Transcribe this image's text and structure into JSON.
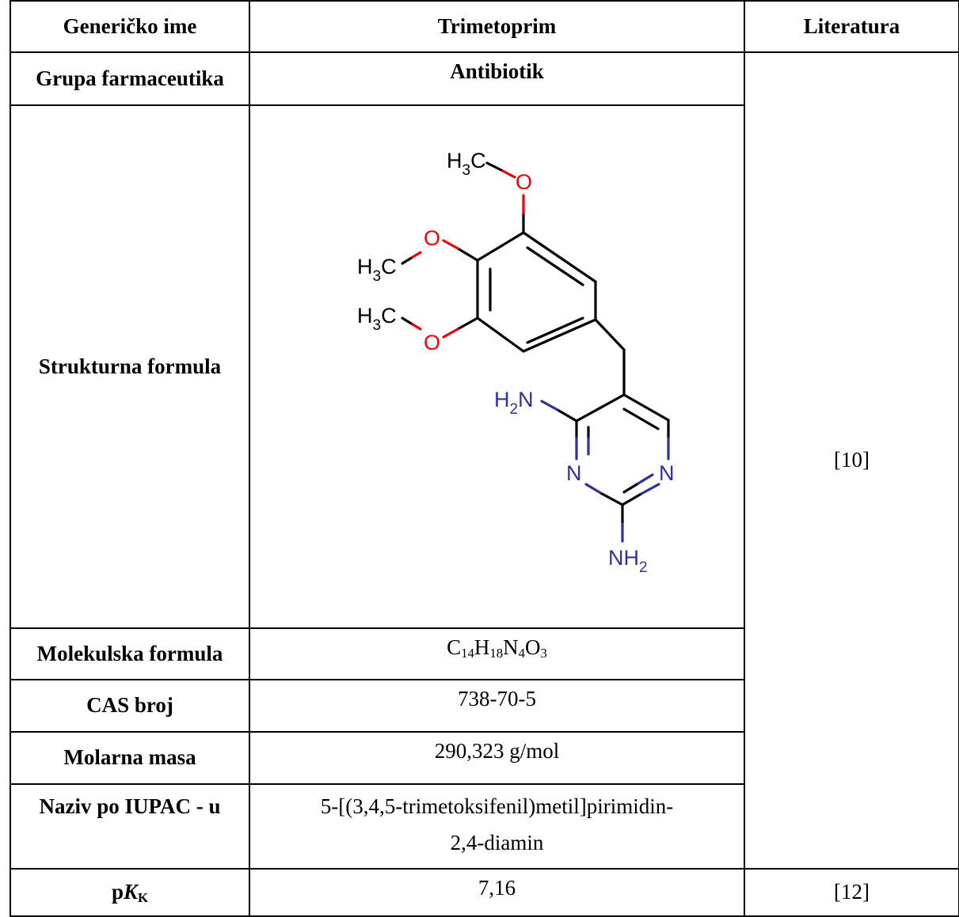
{
  "table": {
    "header": {
      "col1": "Generičko ime",
      "col2": "Trimetoprim",
      "col3": "Literatura"
    },
    "rows": {
      "group": {
        "label": "Grupa farmaceutika",
        "value": "Antibiotik"
      },
      "structure": {
        "label": "Strukturna formula"
      },
      "molecular_formula": {
        "label": "Molekulska formula",
        "parts": [
          "C",
          "14",
          "H",
          "18",
          "N",
          "4",
          "O",
          "3"
        ]
      },
      "cas": {
        "label": "CAS broj",
        "value": "738-70-5"
      },
      "molar_mass": {
        "label": "Molarna masa",
        "value": "290,323 g/mol"
      },
      "iupac": {
        "label": "Naziv po IUPAC - u",
        "line1": "5-[(3,4,5-trimetoksifenil)metil]pirimidin-",
        "line2": "2,4-diamin"
      },
      "pk": {
        "label_main": "p",
        "label_italic": "K",
        "label_sub": "K",
        "value": "7,16",
        "reference": "[12]"
      }
    },
    "reference_main": "[10]"
  },
  "molecule": {
    "atoms": {
      "ch3_top": {
        "main": "H",
        "sub": "3",
        "tail": "C"
      },
      "ch3_mid": {
        "main": "H",
        "sub": "3",
        "tail": "C"
      },
      "ch3_bot": {
        "main": "H",
        "sub": "3",
        "tail": "C"
      },
      "o_top": "O",
      "o_mid": "O",
      "o_bot": "O",
      "nh2_left": {
        "main": "H",
        "sub": "2",
        "tail": "N"
      },
      "n_ring_left": "N",
      "n_ring_right": "N",
      "nh2_bottom": {
        "main": "NH",
        "sub": "2"
      }
    },
    "colors": {
      "bond": "#000000",
      "oxygen": "#e8000b",
      "nitrogen": "#30309a"
    }
  }
}
